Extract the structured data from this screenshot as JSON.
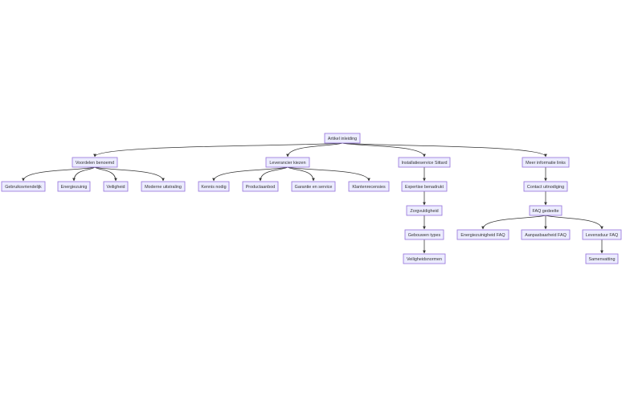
{
  "diagram": {
    "type": "flowchart-tree",
    "colors": {
      "node_fill": "#ECECFF",
      "node_border": "#9370DB",
      "edge": "#333333",
      "text": "#333333",
      "background": "#FFFFFF"
    },
    "nodes": [
      {
        "id": "n0",
        "label": "Artikel inleiding"
      },
      {
        "id": "n1",
        "label": "Voordelen benoemd"
      },
      {
        "id": "n2",
        "label": "Leverancier kiezen"
      },
      {
        "id": "n3",
        "label": "Installatieservice Sittard"
      },
      {
        "id": "n4",
        "label": "Meer informatie links"
      },
      {
        "id": "n5",
        "label": "Gebruiksvriendelijk"
      },
      {
        "id": "n6",
        "label": "Energiezuinig"
      },
      {
        "id": "n7",
        "label": "Veiligheid"
      },
      {
        "id": "n8",
        "label": "Moderne uitstraling"
      },
      {
        "id": "n9",
        "label": "Kennis nodig"
      },
      {
        "id": "n10",
        "label": "Productaanbod"
      },
      {
        "id": "n11",
        "label": "Garantie en service"
      },
      {
        "id": "n12",
        "label": "Klantenrecensies"
      },
      {
        "id": "n13",
        "label": "Expertise benadrukt"
      },
      {
        "id": "n14",
        "label": "Zorgvuldigheid"
      },
      {
        "id": "n15",
        "label": "Gebouwen types"
      },
      {
        "id": "n16",
        "label": "Veiligheidsnormen"
      },
      {
        "id": "n17",
        "label": "Contact uitnodiging"
      },
      {
        "id": "n18",
        "label": "FAQ gedeelte"
      },
      {
        "id": "n19",
        "label": "Energiezuinigheid FAQ"
      },
      {
        "id": "n20",
        "label": "Aanpasbaarheid FAQ"
      },
      {
        "id": "n21",
        "label": "Levensduur FAQ"
      },
      {
        "id": "n22",
        "label": "Samenvatting"
      }
    ],
    "edges": [
      [
        "n0",
        "n1"
      ],
      [
        "n0",
        "n2"
      ],
      [
        "n0",
        "n3"
      ],
      [
        "n0",
        "n4"
      ],
      [
        "n1",
        "n5"
      ],
      [
        "n1",
        "n6"
      ],
      [
        "n1",
        "n7"
      ],
      [
        "n1",
        "n8"
      ],
      [
        "n2",
        "n9"
      ],
      [
        "n2",
        "n10"
      ],
      [
        "n2",
        "n11"
      ],
      [
        "n2",
        "n12"
      ],
      [
        "n3",
        "n13"
      ],
      [
        "n13",
        "n14"
      ],
      [
        "n14",
        "n15"
      ],
      [
        "n15",
        "n16"
      ],
      [
        "n4",
        "n17"
      ],
      [
        "n17",
        "n18"
      ],
      [
        "n18",
        "n19"
      ],
      [
        "n18",
        "n20"
      ],
      [
        "n18",
        "n21"
      ],
      [
        "n21",
        "n22"
      ]
    ]
  }
}
